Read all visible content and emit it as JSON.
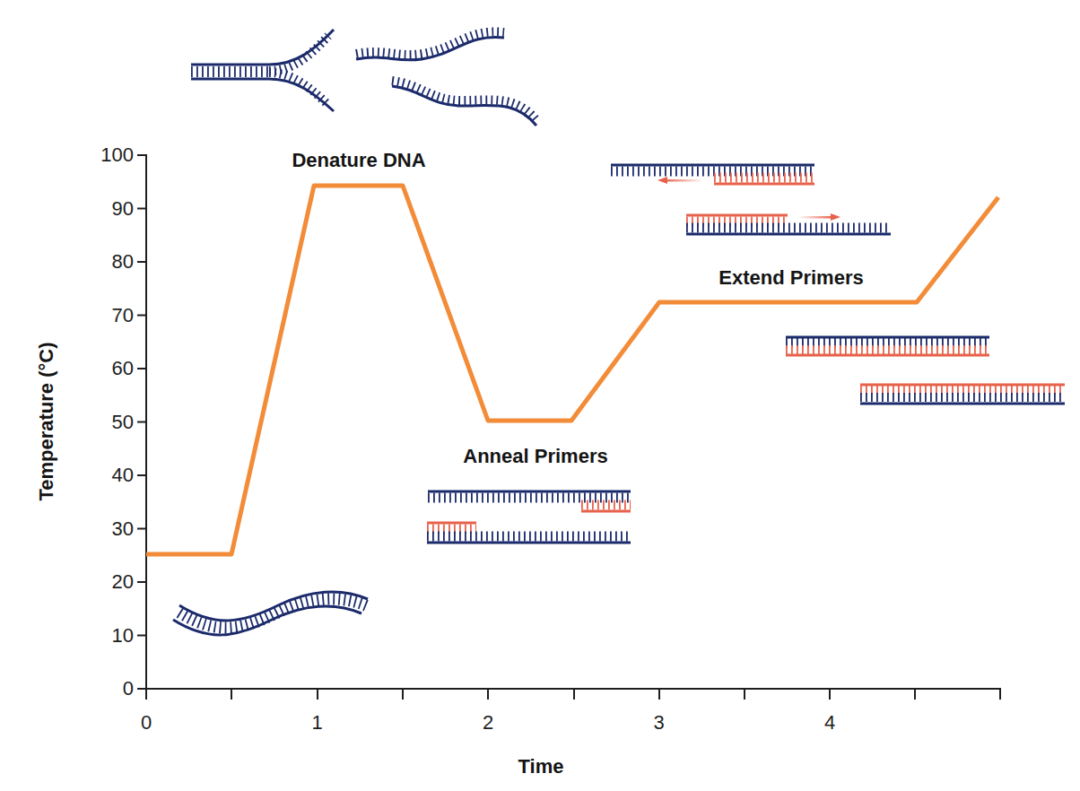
{
  "diagram": {
    "labels": [
      "100",
      "90",
      "80",
      "70",
      "60",
      "50",
      "40",
      "30",
      "20",
      "10",
      "0",
      "0",
      "1",
      "2",
      "3",
      "4",
      "Time",
      "Temperature (°C)",
      "Denature DNA",
      "Anneal Primers",
      "Extend Primers"
    ]
  }
}
